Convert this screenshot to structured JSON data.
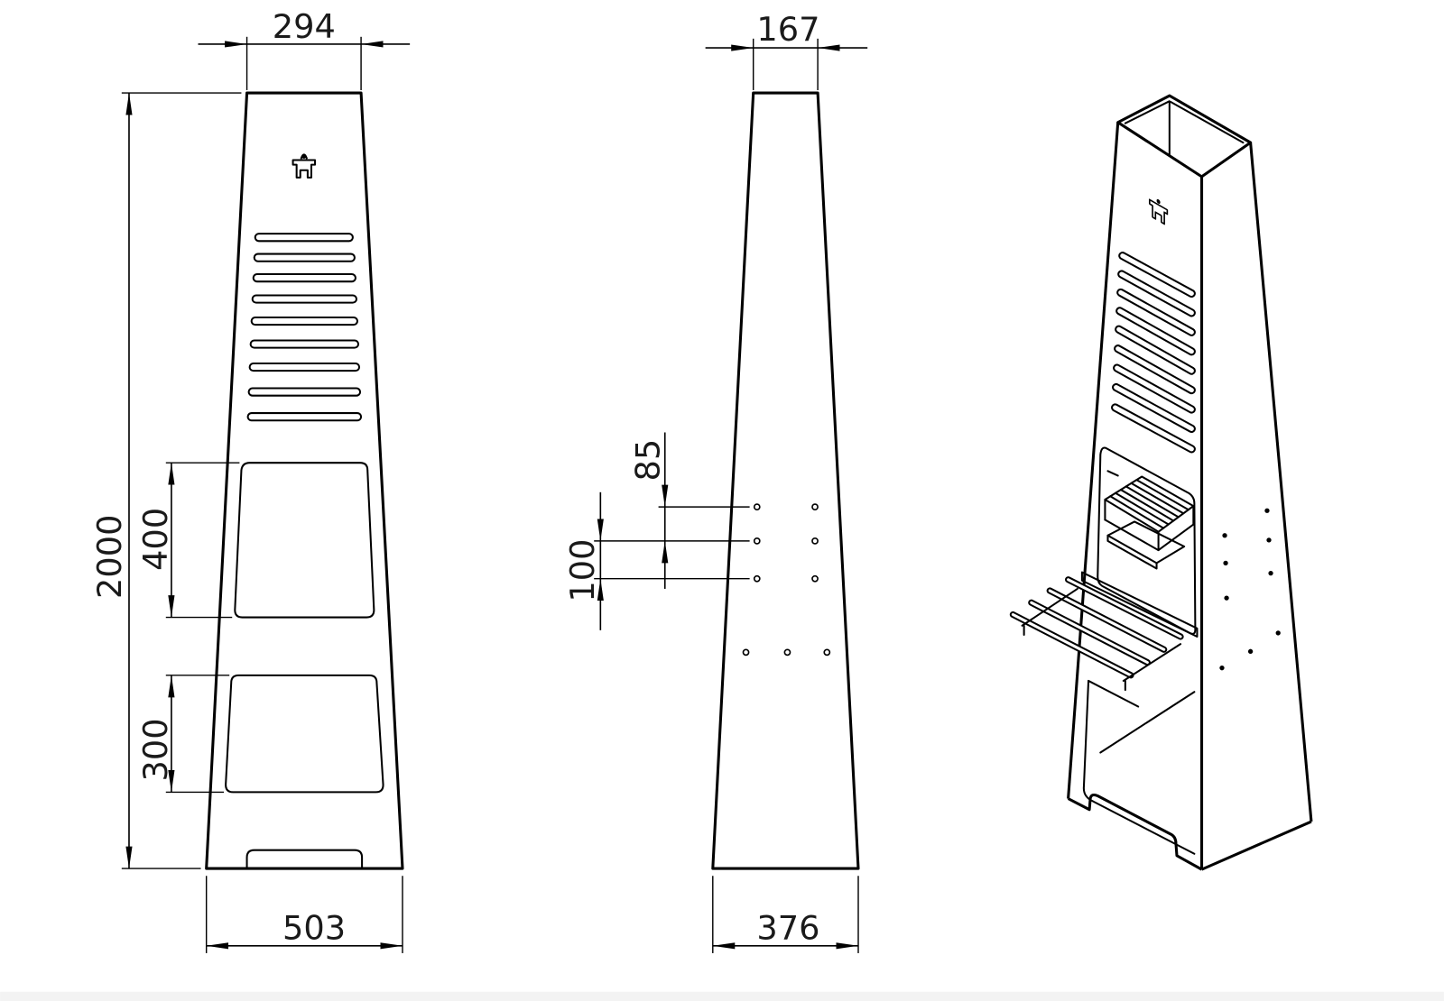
{
  "front_view": {
    "top_width": "294",
    "overall_height": "2000",
    "upper_opening_height": "400",
    "lower_opening_height": "300",
    "base_width": "503"
  },
  "side_view": {
    "top_depth": "167",
    "hole_spacing_upper": "85",
    "hole_spacing_lower": "100",
    "base_depth": "376"
  },
  "colors": {
    "line": "#000000",
    "background": "#ffffff"
  }
}
